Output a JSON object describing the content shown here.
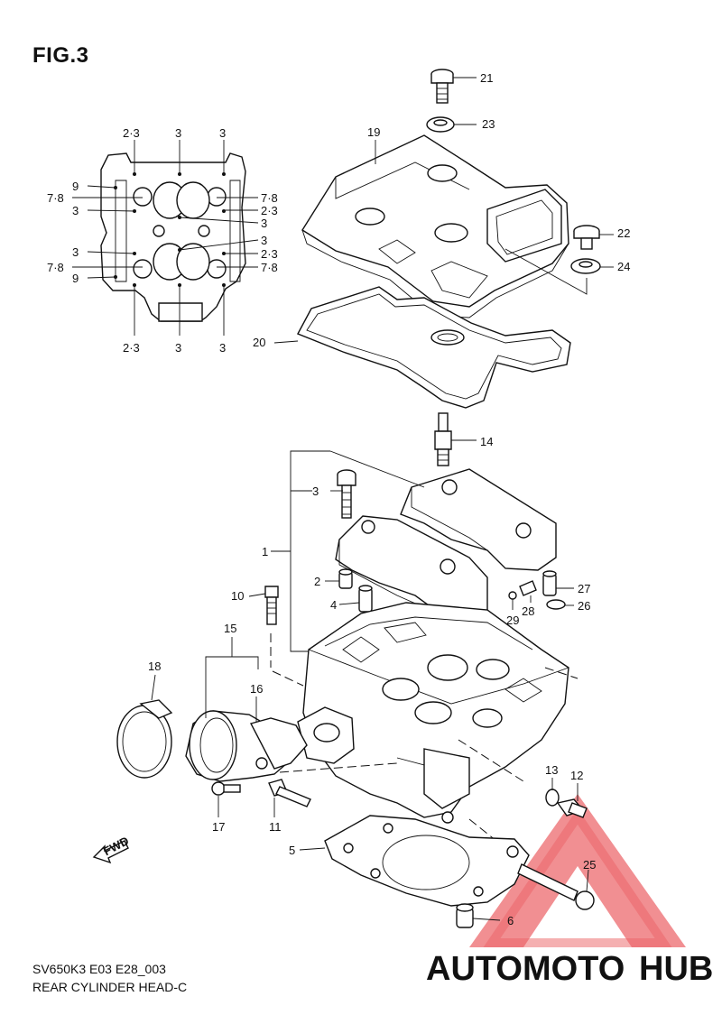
{
  "figure_title": "FIG.3",
  "diagram_code": "SV650K3 E03 E28_003",
  "diagram_caption": "REAR CYLINDER HEAD-C",
  "fwd_label": "FWD",
  "callouts": {
    "c21": "21",
    "c23": "23",
    "c19": "19",
    "c22": "22",
    "c24": "24",
    "c20": "20",
    "c14": "14",
    "c3": "3",
    "c1": "1",
    "c2": "2",
    "c4": "4",
    "c10": "10",
    "c27": "27",
    "c26": "26",
    "c28": "28",
    "c29": "29",
    "c15": "15",
    "c16": "16",
    "c18": "18",
    "c13": "13",
    "c12": "12",
    "c17": "17",
    "c11": "11",
    "c5": "5",
    "c25": "25",
    "c6": "6"
  },
  "torque_pattern": {
    "top_a": "2·3",
    "top_b": "3",
    "top_c": "3",
    "l_9a": "9",
    "l_78a": "7·8",
    "l_3a": "3",
    "l_3b": "3",
    "l_78b": "7·8",
    "l_9b": "9",
    "r_78a": "7·8",
    "r_23a": "2·3",
    "r_3a": "3",
    "r_3b": "3",
    "r_23b": "2·3",
    "r_78b": "7·8",
    "bot_a": "2·3",
    "bot_b": "3",
    "bot_c": "3"
  },
  "watermark": {
    "part1": "AUTOMOTO",
    "part2": "HUB",
    "color_triangle": "#e8454a",
    "color_text1": "#f2a14a",
    "color_text2": "#555555"
  }
}
